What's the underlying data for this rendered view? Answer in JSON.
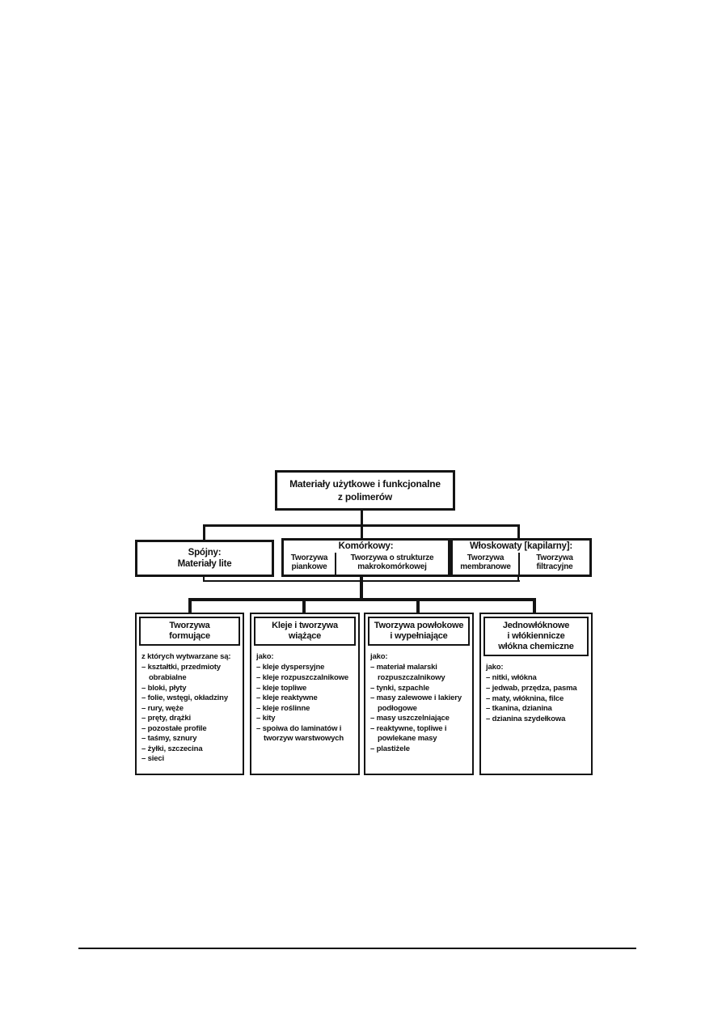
{
  "colors": {
    "ink": "#141414",
    "paper": "#ffffff"
  },
  "diagram": {
    "root_title": "Materiały użytkowe i funkcjonalne\nz polimerów",
    "structure_row": {
      "spojny": {
        "title": "Spójny:\nMateriały lite"
      },
      "komorkowy": {
        "header": "Komórkowy:",
        "cells": [
          "Tworzywa\npiankowe",
          "Tworzywa o strukturze\nmakrokomórkowej"
        ]
      },
      "wloskowaty": {
        "header": "Włoskowaty [kapilarny]:",
        "cells": [
          "Tworzywa\nmembranowe",
          "Tworzywa\nfiltracyjne"
        ]
      }
    },
    "columns": [
      {
        "header": "Tworzywa\nformujące",
        "intro": "z których wytwarzane są:",
        "items": [
          "kształtki, przedmioty obrabialne",
          "bloki, płyty",
          "folie, wstęgi, okładziny",
          "rury, węże",
          "pręty, drążki",
          "pozostałe profile",
          "taśmy, sznury",
          "żyłki, szczecina",
          "sieci"
        ]
      },
      {
        "header": "Kleje i tworzywa\nwiążące",
        "intro": "jako:",
        "items": [
          "kleje dyspersyjne",
          "kleje rozpuszczalnikowe",
          "kleje topliwe",
          "kleje reaktywne",
          "kleje roślinne",
          "kity",
          "spoiwa do laminatów i tworzyw warstwowych"
        ]
      },
      {
        "header": "Tworzywa powłokowe\ni wypełniające",
        "intro": "jako:",
        "items": [
          "materiał malarski rozpuszczalnikowy",
          "tynki, szpachle",
          "masy zalewowe i lakiery podłogowe",
          "masy uszczelniające",
          "reaktywne, topliwe i powlekane masy",
          "plastiżele"
        ]
      },
      {
        "header": "Jednowłóknowe\ni włókiennicze\nwłókna chemiczne",
        "intro": "jako:",
        "items": [
          "nitki, włókna",
          "jedwab, przędza, pasma",
          "maty, włóknina, filce",
          "tkanina, dzianina",
          "dzianina szydełkowa"
        ]
      }
    ]
  }
}
